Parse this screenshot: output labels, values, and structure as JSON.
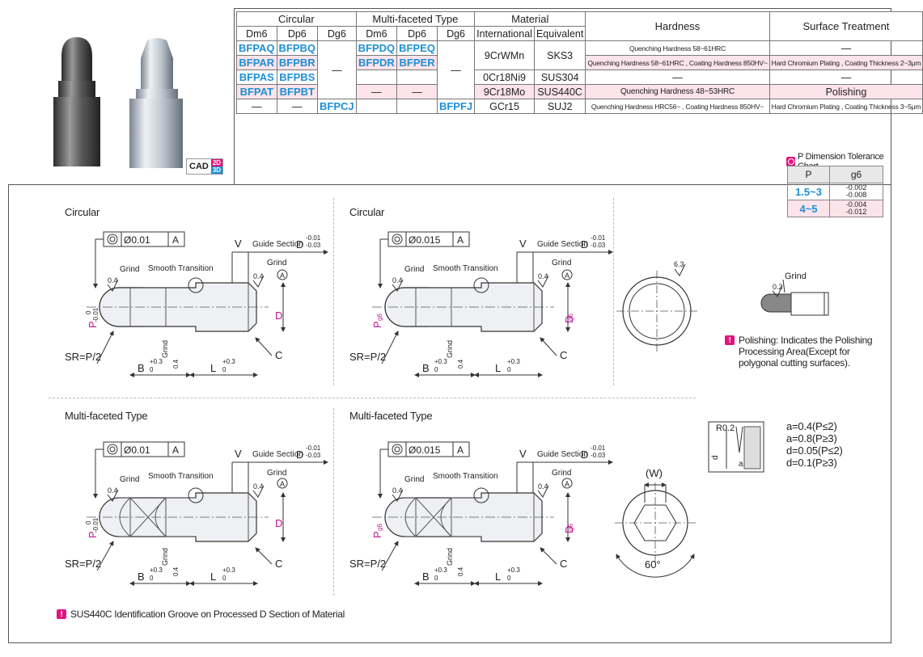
{
  "spec_table": {
    "group_headers": [
      "Circular",
      "Multi-faceted Type",
      "Material",
      "Hardness",
      "Surface Treatment"
    ],
    "sub_headers": [
      "Dm6",
      "Dp6",
      "Dg6",
      "Dm6",
      "Dp6",
      "Dg6",
      "International",
      "Equivalent"
    ],
    "rows": [
      {
        "c1": "BFPAQ",
        "c2": "BFPBQ",
        "m1": "BFPDQ",
        "m2": "BFPEQ",
        "intl": "9CrWMn",
        "eq": "SKS3",
        "hard": "Quenching Hardness 58~61HRC",
        "surf": "—"
      },
      {
        "c1": "BFPAR",
        "c2": "BFPBR",
        "m1": "BFPDR",
        "m2": "BFPER",
        "hard": "Quenching Hardness 58~61HRC , Coating Hardness 850HV~",
        "surf": "Hard Chromium Plating , Coating Thickness 2~3μm"
      },
      {
        "c1": "BFPAS",
        "c2": "BFPBS",
        "intl": "0Cr18Ni9",
        "eq": "SUS304",
        "hard": "—",
        "surf": "—"
      },
      {
        "c1": "BFPAT",
        "c2": "BFPBT",
        "m1": "—",
        "m2": "—",
        "intl": "9Cr18Mo",
        "eq": "SUS440C",
        "hard": "Quenching Hardness 48~53HRC",
        "surf": "Polishing"
      },
      {
        "c1": "—",
        "c2": "—",
        "c3": "BFPCJ",
        "m1": "BFPFJ",
        "intl": "GCr15",
        "eq": "SUJ2",
        "hard": "Quenching Hardness HRC56~ , Coating Hardness 850HV~",
        "surf": "Hard Chromium Plating , Coating Thickness 3~5μm"
      }
    ],
    "dash_dg6": "—",
    "dash_mdg6": "—"
  },
  "cad_badge": {
    "cad": "CAD",
    "d2": "2D",
    "d3": "3D"
  },
  "tolerance_chart": {
    "title": "P Dimension Tolerance Chart",
    "col_p": "P",
    "col_g6": "g6",
    "rows": [
      {
        "p": "1.5~3",
        "upper": "-0.002",
        "lower": "-0.008"
      },
      {
        "p": "4~5",
        "upper": "-0.004",
        "lower": "-0.012"
      }
    ]
  },
  "drawings": {
    "circular_1": "Circular",
    "circular_2": "Circular",
    "multi_1": "Multi-faceted Type",
    "multi_2": "Multi-faceted Type",
    "conc_1": "Ø0.01",
    "conc_2": "Ø0.015",
    "datum": "A",
    "v": "V",
    "guide_section": "Guide Section",
    "d_letter": "D",
    "tol_upper": "-0.01",
    "tol_lower": "-0.03",
    "grind": "Grind",
    "smooth": "Smooth Transition",
    "rough": "0.4",
    "p_label": "P",
    "p_upper": "0",
    "p_lower": "-0.01",
    "p_g6": "g6",
    "d_g6": "g6",
    "sr": "SR=P/2",
    "b": "B",
    "l": "L",
    "plus03": "+0.3",
    "zero": "0",
    "c": "C",
    "rough63": "6.3",
    "rough02": "0.2",
    "w": "(W)",
    "deg60": "60°",
    "r02": "R0.2",
    "d_small": "d",
    "a_small": "a"
  },
  "polish_note": "Polishing: Indicates the Polishing Processing Area(Except for polygonal cutting surfaces).",
  "groove_params": [
    "a=0.4(P≤2)",
    "a=0.8(P≥3)",
    "d=0.05(P≤2)",
    "d=0.1(P≥3)"
  ],
  "sus_note": "SUS440C Identification Groove on Processed D Section of Material"
}
